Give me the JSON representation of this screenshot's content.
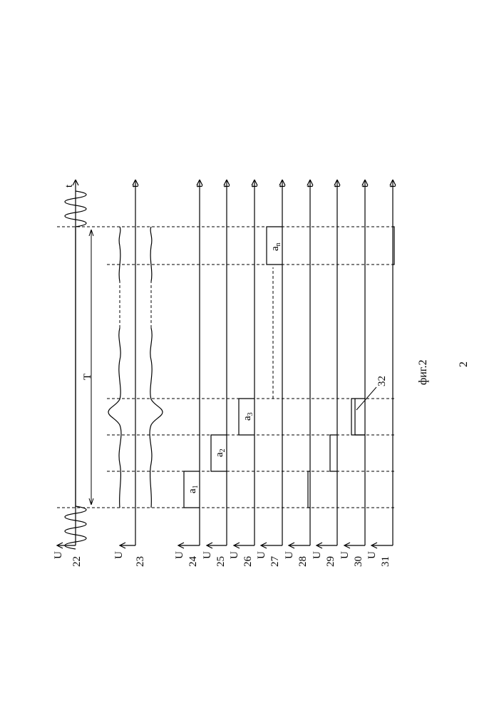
{
  "figure": {
    "caption": "фиг.2",
    "page_number": "2",
    "period_label": "T",
    "time_axis_label": "t",
    "voltage_axis_label": "U",
    "callout_label": "32",
    "channels": [
      "22",
      "23",
      "24",
      "25",
      "26",
      "27",
      "28",
      "29",
      "30",
      "31"
    ],
    "pulses": [
      {
        "name": "a",
        "index": "1"
      },
      {
        "name": "a",
        "index": "2"
      },
      {
        "name": "a",
        "index": "3"
      },
      {
        "name": "a",
        "index": "n"
      }
    ]
  }
}
